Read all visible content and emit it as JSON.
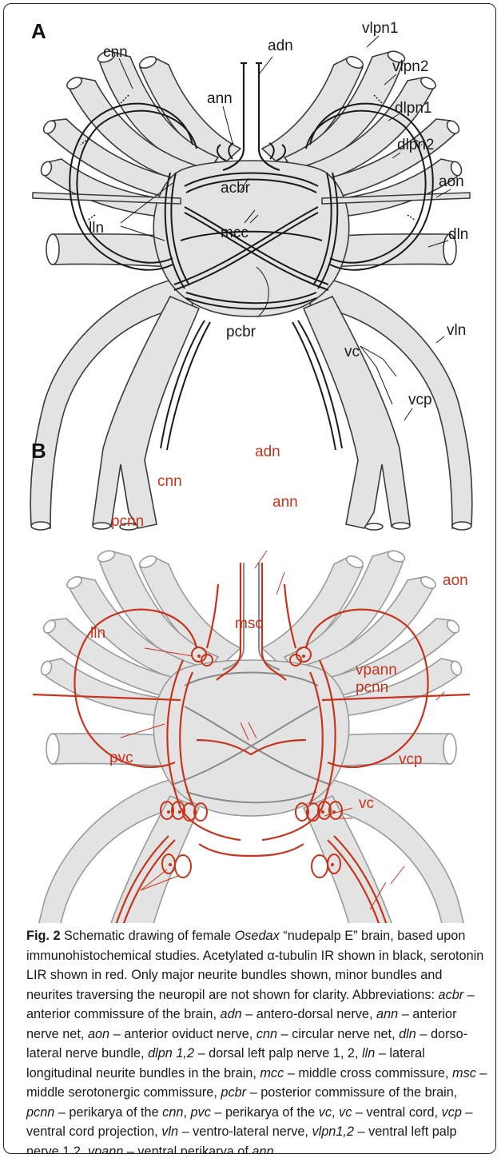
{
  "panel_a": {
    "letter": "A",
    "labels": {
      "adn": "adn",
      "ann": "ann",
      "cnn": "cnn",
      "vlpn1": "vlpn1",
      "vlpn2": "vlpn2",
      "dlpn1": "dlpn1",
      "dlpn2": "dlpn2",
      "aon": "aon",
      "dln": "dln",
      "acbr": "acbr",
      "lln": "lln",
      "mcc": "mcc",
      "pcbr": "pcbr",
      "vln": "vln",
      "vc": "vc",
      "vcp": "vcp"
    }
  },
  "panel_b": {
    "letter": "B",
    "labels": {
      "adn": "adn",
      "ann": "ann",
      "cnn": "cnn",
      "pcnn_top": "pcnn",
      "aon": "aon",
      "lln": "lln",
      "msc": "msc",
      "vpann": "vpann",
      "pcnn_right": "pcnn",
      "pvc": "pvc",
      "vcp": "vcp",
      "vc": "vc"
    }
  },
  "colors": {
    "tube_fill": "#e3e3e3",
    "tube_stroke_a": "#3a3a3a",
    "tube_stroke_b": "#9a9a9a",
    "serotonin": "#c8331b",
    "tubulin": "#1a1a1a"
  },
  "caption": {
    "figno": "Fig. 2",
    "segments": [
      {
        "t": " Schematic drawing of female ",
        "i": false
      },
      {
        "t": "Osedax",
        "i": true
      },
      {
        "t": " “nudepalp E” brain, based upon immunohistochemical studies. Acetylated α-tubulin IR shown in black, serotonin LIR shown in red. Only major neurite bundles shown, minor bundles and neurites traversing the neuropil are not shown for clarity. Abbreviations: ",
        "i": false
      },
      {
        "t": "acbr",
        "i": true
      },
      {
        "t": " – anterior commissure of the brain, ",
        "i": false
      },
      {
        "t": "adn",
        "i": true
      },
      {
        "t": " – antero-dorsal nerve, ",
        "i": false
      },
      {
        "t": "ann",
        "i": true
      },
      {
        "t": " – anterior nerve net, ",
        "i": false
      },
      {
        "t": "aon",
        "i": true
      },
      {
        "t": " – anterior oviduct nerve, ",
        "i": false
      },
      {
        "t": "cnn",
        "i": true
      },
      {
        "t": " – circular nerve net, ",
        "i": false
      },
      {
        "t": "dln",
        "i": true
      },
      {
        "t": " – dorso-lateral nerve bundle, ",
        "i": false
      },
      {
        "t": "dlpn 1,2",
        "i": true
      },
      {
        "t": " – dorsal left palp nerve 1, 2, ",
        "i": false
      },
      {
        "t": "lln",
        "i": true
      },
      {
        "t": " – lateral longitudinal neurite bundles in the brain, ",
        "i": false
      },
      {
        "t": "mcc",
        "i": true
      },
      {
        "t": " – middle cross commissure, ",
        "i": false
      },
      {
        "t": "msc",
        "i": true
      },
      {
        "t": " – middle serotonergic commissure, ",
        "i": false
      },
      {
        "t": "pcbr",
        "i": true
      },
      {
        "t": " – posterior commissure of the brain, ",
        "i": false
      },
      {
        "t": "pcnn",
        "i": true
      },
      {
        "t": " – perikarya of the ",
        "i": false
      },
      {
        "t": "cnn",
        "i": true
      },
      {
        "t": ", ",
        "i": false
      },
      {
        "t": "pvc",
        "i": true
      },
      {
        "t": " – perikarya of the ",
        "i": false
      },
      {
        "t": "vc",
        "i": true
      },
      {
        "t": ", ",
        "i": false
      },
      {
        "t": "vc",
        "i": true
      },
      {
        "t": " – ventral cord, ",
        "i": false
      },
      {
        "t": "vcp",
        "i": true
      },
      {
        "t": " – ventral cord projection, ",
        "i": false
      },
      {
        "t": "vln",
        "i": true
      },
      {
        "t": " – ventro-lateral nerve, ",
        "i": false
      },
      {
        "t": "vlpn1,2",
        "i": true
      },
      {
        "t": " – ventral left palp nerve 1,2, ",
        "i": false
      },
      {
        "t": "vpann",
        "i": true
      },
      {
        "t": " – ventral perikarya of ",
        "i": false
      },
      {
        "t": "ann",
        "i": true
      }
    ]
  }
}
